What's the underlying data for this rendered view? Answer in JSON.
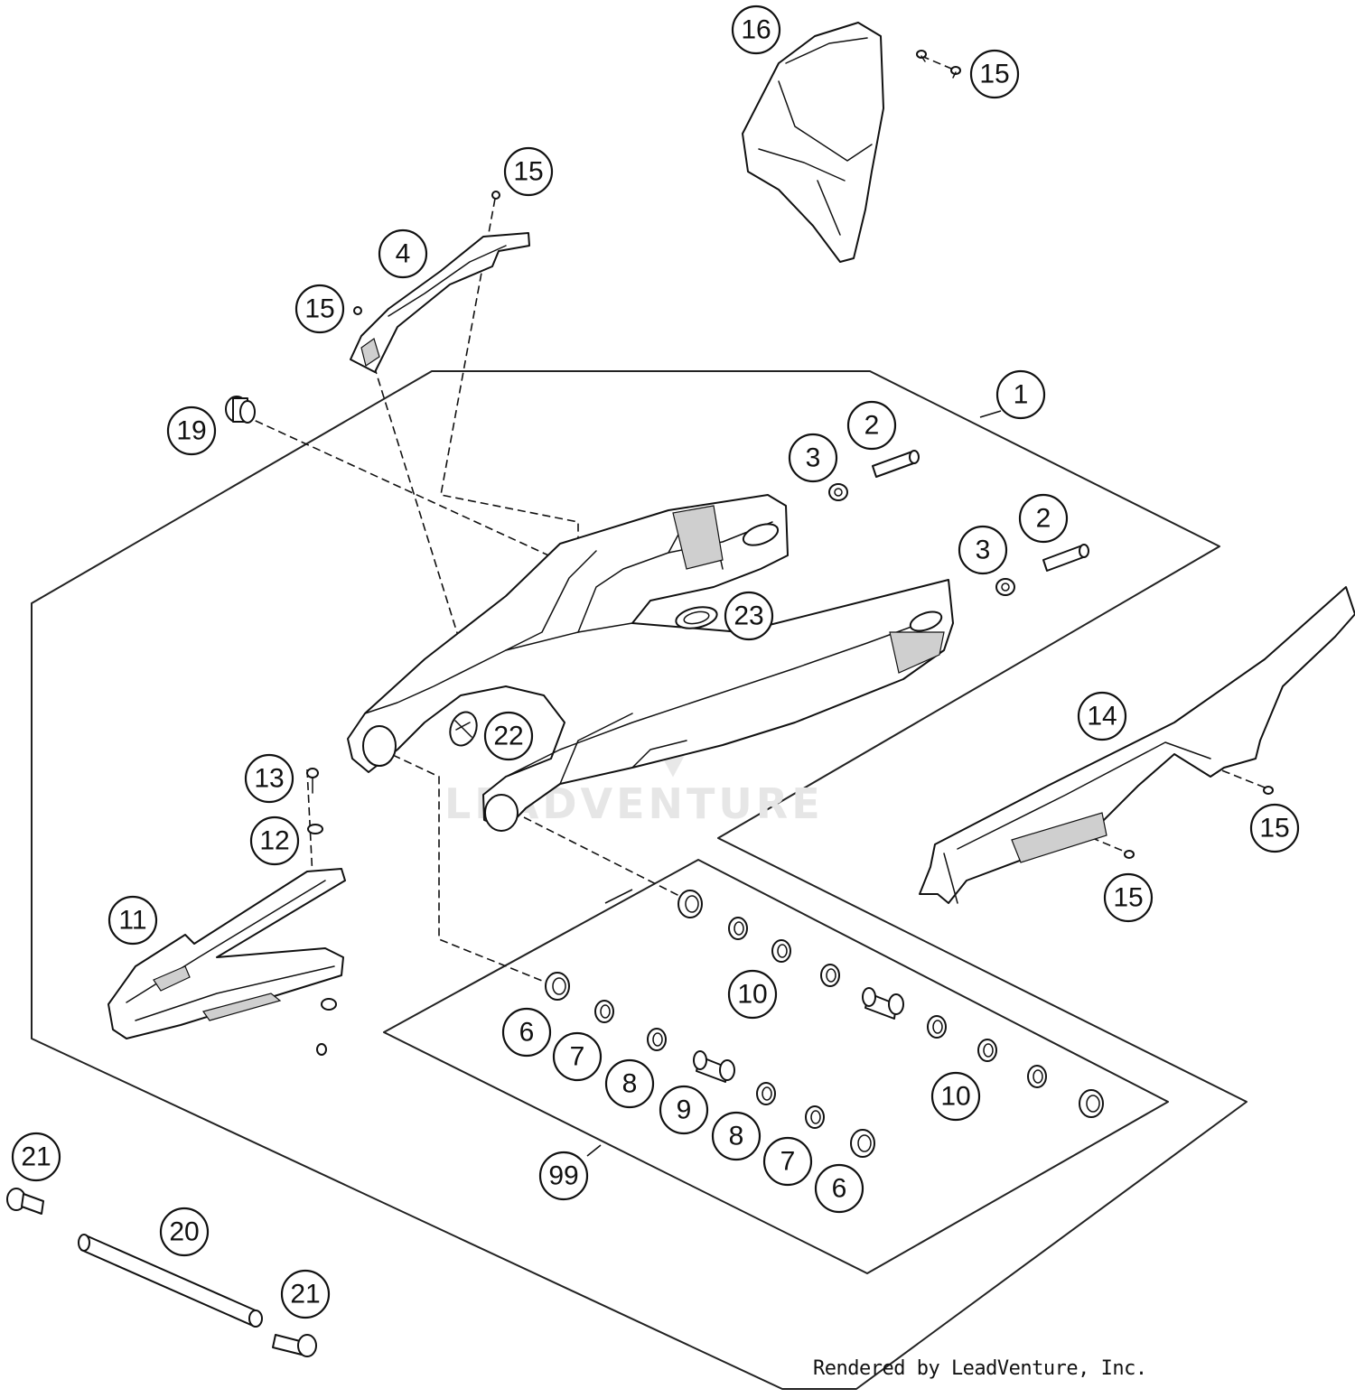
{
  "diagram": {
    "callouts": [
      {
        "id": "c16",
        "label": "16"
      },
      {
        "id": "c15a",
        "label": "15"
      },
      {
        "id": "c15b",
        "label": "15"
      },
      {
        "id": "c4",
        "label": "4"
      },
      {
        "id": "c15c",
        "label": "15"
      },
      {
        "id": "c1",
        "label": "1"
      },
      {
        "id": "c19",
        "label": "19"
      },
      {
        "id": "c3a",
        "label": "3"
      },
      {
        "id": "c2a",
        "label": "2"
      },
      {
        "id": "c3b",
        "label": "3"
      },
      {
        "id": "c2b",
        "label": "2"
      },
      {
        "id": "c23",
        "label": "23"
      },
      {
        "id": "c22",
        "label": "22"
      },
      {
        "id": "c14",
        "label": "14"
      },
      {
        "id": "c13",
        "label": "13"
      },
      {
        "id": "c15d",
        "label": "15"
      },
      {
        "id": "c12",
        "label": "12"
      },
      {
        "id": "c15e",
        "label": "15"
      },
      {
        "id": "c11",
        "label": "11"
      },
      {
        "id": "c10a",
        "label": "10"
      },
      {
        "id": "c6a",
        "label": "6"
      },
      {
        "id": "c7a",
        "label": "7"
      },
      {
        "id": "c8a",
        "label": "8"
      },
      {
        "id": "c9",
        "label": "9"
      },
      {
        "id": "c10b",
        "label": "10"
      },
      {
        "id": "c8b",
        "label": "8"
      },
      {
        "id": "c7b",
        "label": "7"
      },
      {
        "id": "c6b",
        "label": "6"
      },
      {
        "id": "c99",
        "label": "99"
      },
      {
        "id": "c21a",
        "label": "21"
      },
      {
        "id": "c20",
        "label": "20"
      },
      {
        "id": "c21b",
        "label": "21"
      }
    ],
    "watermark": "LEADVENTURE",
    "credit": "Rendered by LeadVenture, Inc."
  }
}
